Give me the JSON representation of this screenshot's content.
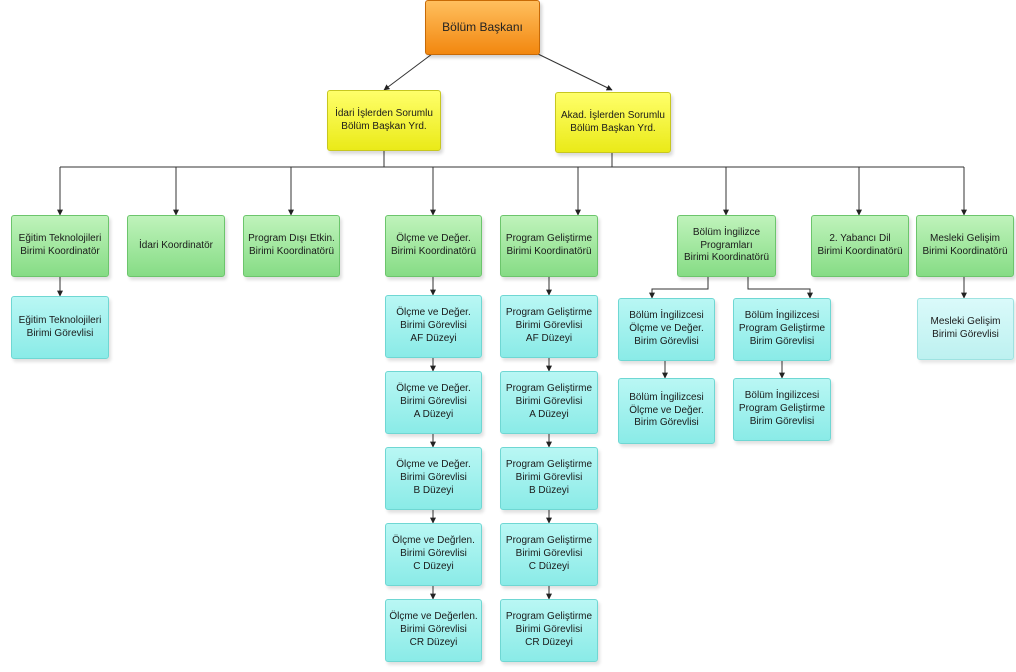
{
  "head": "Bölüm Başkanı",
  "deputies": {
    "idari": "İdari İşlerden Sorumlu\nBölüm Başkan Yrd.",
    "akad": "Akad. İşlerden Sorumlu\nBölüm Başkan Yrd."
  },
  "coordinators": {
    "egitim": "Eğitim Teknolojileri\nBirimi Koordinatör",
    "idari": "İdari Koordinatör",
    "program_disi": "Program Dışı Etkin.\nBirimi Koordinatörü",
    "olcme": "Ölçme ve Değer.\nBirimi Koordinatörü",
    "program_gel": "Program Geliştirme\nBirimi Koordinatörü",
    "ingilizce": "Bölüm İngilizce\nProgramları\nBirimi Koordinatörü",
    "yabanci": "2. Yabancı Dil\nBirimi Koordinatörü",
    "mesleki": "Mesleki Gelişim\nBirimi Koordinatörü"
  },
  "staff": {
    "egitim": "Eğitim Teknolojileri\nBirimi Görevlisi",
    "mesleki": "Mesleki Gelişim\nBirimi Görevlisi",
    "olcme": [
      "Ölçme ve Değer.\nBirimi Görevlisi\nAF Düzeyi",
      "Ölçme ve Değer.\nBirimi Görevlisi\nA Düzeyi",
      "Ölçme ve Değer.\nBirimi Görevlisi\nB Düzeyi",
      "Ölçme ve Değrlen.\nBirimi Görevlisi\nC Düzeyi",
      "Ölçme ve Değerlen.\nBirimi Görevlisi\nCR Düzeyi"
    ],
    "program": [
      "Program Geliştirme\nBirimi Görevlisi\nAF Düzeyi",
      "Program Geliştirme\nBirimi Görevlisi\nA Düzeyi",
      "Program Geliştirme\nBirimi Görevlisi\nB Düzeyi",
      "Program Geliştirme\nBirimi Görevlisi\nC Düzeyi",
      "Program Geliştirme\nBirimi Görevlisi\nCR Düzeyi"
    ],
    "ing_olcme": [
      "Bölüm İngilizcesi\nÖlçme ve Değer.\nBirim Görevlisi",
      "Bölüm İngilizcesi\nÖlçme ve Değer.\nBirim Görevlisi"
    ],
    "ing_program": [
      "Bölüm İngilizcesi\nProgram Geliştirme\nBirim Görevlisi",
      "Bölüm İngilizcesi\nProgram Geliştirme\nBirim Görevlisi"
    ]
  }
}
